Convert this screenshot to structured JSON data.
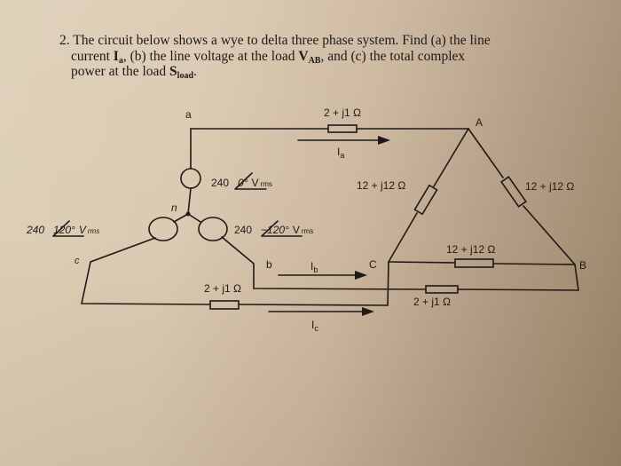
{
  "problem": {
    "number": "2.",
    "line1": "The circuit below shows a wye to delta three phase system. Find (a) the line",
    "line2_pre": "current ",
    "line2_Ia": "I",
    "line2_Ia_sub": "a",
    "line2_mid": ", (b) the line voltage at the load ",
    "line2_V": "V",
    "line2_V_sub": "AB",
    "line2_post": ", and (c) the total complex",
    "line3_pre": "power at the load ",
    "line3_S": "S",
    "line3_S_sub": "load",
    "line3_post": "."
  },
  "circuit": {
    "source_nodes": {
      "a": "a",
      "b": "b",
      "c": "c",
      "n": "n"
    },
    "load_nodes": {
      "A": "A",
      "B": "B",
      "C": "C"
    },
    "sources": [
      {
        "phase": "a",
        "magnitude": "240",
        "angle": "0°",
        "unit": "V",
        "unit_sub": "rms"
      },
      {
        "phase": "b",
        "magnitude": "240",
        "angle": "−120°",
        "unit": "V",
        "unit_sub": "rms"
      },
      {
        "phase": "c",
        "magnitude": "240",
        "angle": "120°",
        "unit": "V",
        "unit_sub": "rms"
      }
    ],
    "line_impedances": [
      {
        "line": "a",
        "value": "2 + j1 Ω"
      },
      {
        "line": "b",
        "value": "2 + j1 Ω"
      },
      {
        "line": "c",
        "value": "2 + j1 Ω"
      }
    ],
    "load_impedances": [
      {
        "branch": "AC",
        "value": "12 + j12 Ω"
      },
      {
        "branch": "AB",
        "value": "12 + j12 Ω"
      },
      {
        "branch": "CB",
        "value": "12 + j12 Ω"
      }
    ],
    "currents": [
      {
        "name": "I",
        "sub": "a"
      },
      {
        "name": "I",
        "sub": "b"
      },
      {
        "name": "I",
        "sub": "c"
      }
    ]
  }
}
